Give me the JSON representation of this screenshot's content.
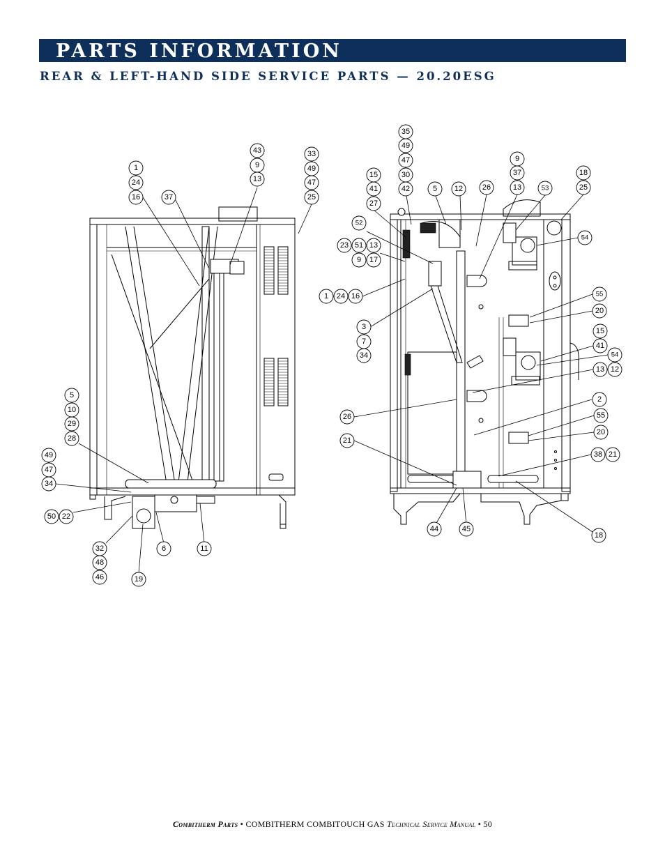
{
  "header": {
    "banner_title": "PARTS INFORMATION",
    "subtitle": "REAR & LEFT-HAND SIDE SERVICE PARTS — 20.20ESG"
  },
  "colors": {
    "banner": "#0e2f5a",
    "banner_text": "#ffffff"
  },
  "left_view_callouts": [
    "1",
    "24",
    "16",
    "37",
    "43",
    "9",
    "13",
    "33",
    "49",
    "47",
    "25",
    "5",
    "10",
    "29",
    "28",
    "49",
    "47",
    "34",
    "50",
    "22",
    "32",
    "48",
    "46",
    "19",
    "6",
    "11"
  ],
  "right_view_callouts": [
    "35",
    "49",
    "47",
    "30",
    "42",
    "15",
    "41",
    "27",
    "5",
    "12",
    "26",
    "9",
    "37",
    "13",
    "53",
    "18",
    "25",
    "54",
    "52",
    "23",
    "51",
    "13",
    "9",
    "17",
    "1",
    "24",
    "16",
    "55",
    "20",
    "15",
    "41",
    "54",
    "3",
    "7",
    "34",
    "13",
    "12",
    "26",
    "2",
    "55",
    "20",
    "21",
    "38",
    "21",
    "44",
    "45",
    "18"
  ],
  "footer": {
    "part1": "Combitherm Parts",
    "sep1": " • ",
    "part2": "COMBITHERM COMBITOUCH GAS",
    "part3": " Technical Service Manual",
    "sep2": " • ",
    "page": "50"
  }
}
